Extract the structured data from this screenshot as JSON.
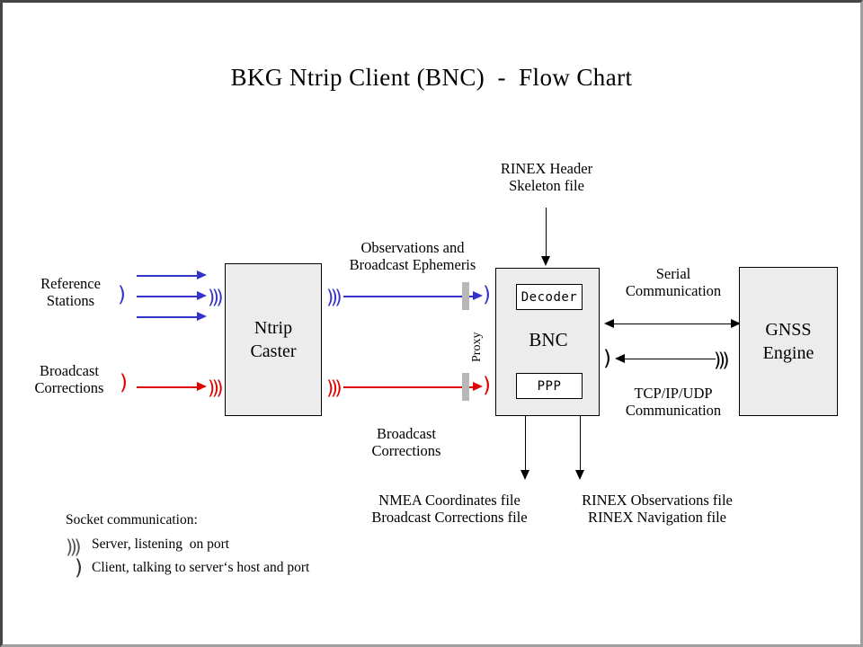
{
  "page": {
    "title": "BKG Ntrip Client (BNC)  -  Flow Chart"
  },
  "nodes": {
    "reference_stations": "Reference\nStations",
    "broadcast_corrections_src": "Broadcast\nCorrections",
    "ntrip_caster": "Ntrip\nCaster",
    "bnc": "BNC",
    "decoder": "Decoder",
    "ppp": "PPP",
    "gnss_engine": "GNSS\nEngine"
  },
  "edges": {
    "observations": "Observations and\nBroadcast Ephemeris",
    "broadcast_corrections": "Broadcast\nCorrections",
    "rinex_header": "RINEX Header\nSkeleton file",
    "serial": "Serial\nCommunication",
    "tcpip": "TCP/IP/UDP\nCommunication",
    "proxy": "Proxy"
  },
  "outputs": {
    "left": "NMEA Coordinates file\nBroadcast Corrections file",
    "right": "RINEX Observations file\nRINEX Navigation file"
  },
  "legend": {
    "heading": "Socket communication:",
    "server_glyph": ")))",
    "server_text": "Server, listening  on port",
    "client_glyph": ")",
    "client_text": "Client, talking to serverʻs host and port"
  },
  "colors": {
    "observation_blue": "#3333cc",
    "correction_red": "#e00000",
    "box_fill": "#ececec",
    "stroke": "#000000",
    "proxy_bar": "#b7b7b7",
    "frame_dark": "#454545",
    "frame_light": "#9f9f9f"
  },
  "chart_data": {
    "type": "diagram",
    "title": "BKG Ntrip Client (BNC)  -  Flow Chart",
    "nodes": [
      {
        "id": "reference_stations",
        "label": "Reference Stations",
        "shape": "text"
      },
      {
        "id": "broadcast_corrections_src",
        "label": "Broadcast Corrections",
        "shape": "text"
      },
      {
        "id": "ntrip_caster",
        "label": "Ntrip Caster",
        "shape": "box"
      },
      {
        "id": "bnc",
        "label": "BNC",
        "shape": "box",
        "children": [
          "Decoder",
          "PPP"
        ]
      },
      {
        "id": "gnss_engine",
        "label": "GNSS Engine",
        "shape": "box"
      },
      {
        "id": "rinex_header",
        "label": "RINEX Header Skeleton file",
        "shape": "text"
      },
      {
        "id": "nmea_files",
        "label": "NMEA Coordinates file / Broadcast Corrections file",
        "shape": "text"
      },
      {
        "id": "rinex_files",
        "label": "RINEX Observations file / RINEX Navigation file",
        "shape": "text"
      }
    ],
    "edges": [
      {
        "from": "reference_stations",
        "to": "ntrip_caster",
        "color": "#3333cc",
        "count": 3,
        "label": ""
      },
      {
        "from": "broadcast_corrections_src",
        "to": "ntrip_caster",
        "color": "#e00000",
        "count": 1,
        "label": ""
      },
      {
        "from": "ntrip_caster",
        "to": "bnc",
        "color": "#3333cc",
        "label": "Observations and Broadcast Ephemeris",
        "via": "Proxy"
      },
      {
        "from": "ntrip_caster",
        "to": "bnc",
        "color": "#e00000",
        "label": "Broadcast Corrections",
        "via": "Proxy"
      },
      {
        "from": "rinex_header",
        "to": "bnc",
        "color": "#000000",
        "label": ""
      },
      {
        "from": "bnc",
        "to": "gnss_engine",
        "color": "#000000",
        "label": "Serial Communication",
        "direction": "both"
      },
      {
        "from": "gnss_engine",
        "to": "bnc",
        "color": "#000000",
        "label": "TCP/IP/UDP Communication",
        "direction": "left"
      },
      {
        "from": "bnc",
        "to": "nmea_files",
        "color": "#000000",
        "label": ""
      },
      {
        "from": "bnc",
        "to": "rinex_files",
        "color": "#000000",
        "label": ""
      }
    ]
  }
}
